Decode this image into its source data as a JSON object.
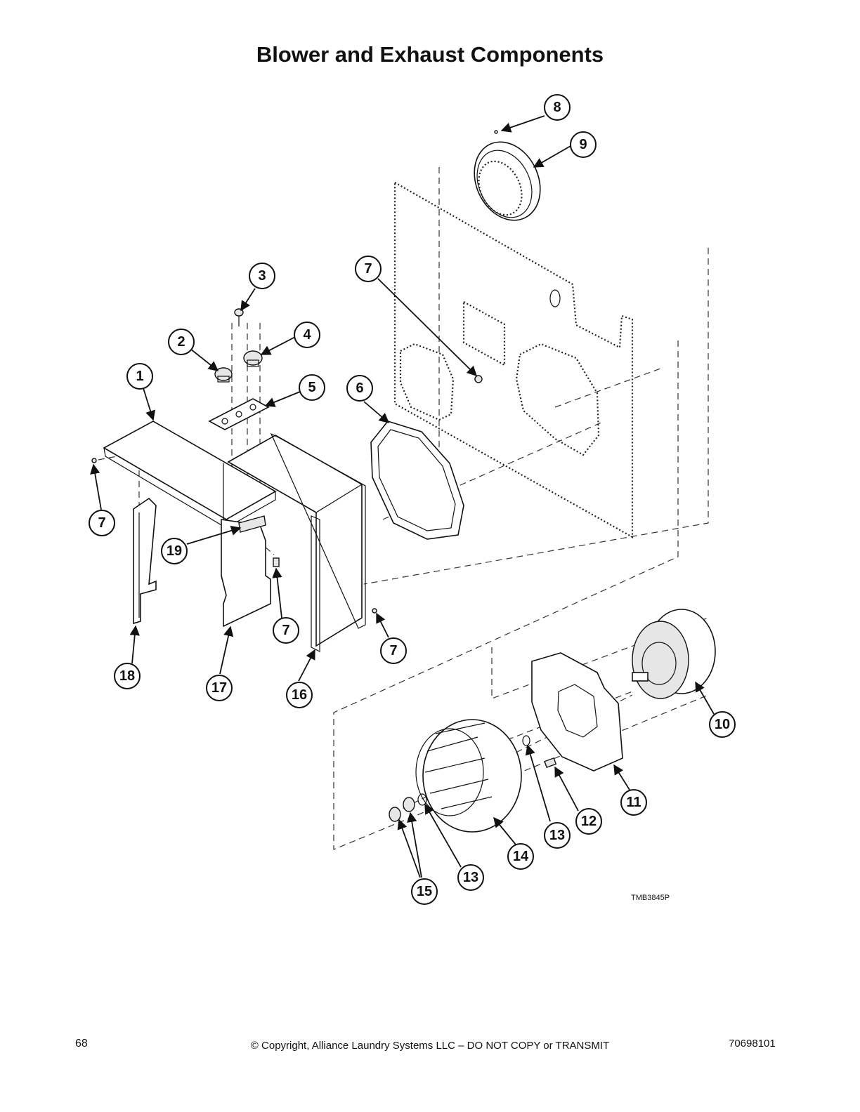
{
  "title": "Blower and Exhaust Components",
  "callouts": [
    {
      "label": "1"
    },
    {
      "label": "2"
    },
    {
      "label": "3"
    },
    {
      "label": "4"
    },
    {
      "label": "5"
    },
    {
      "label": "6"
    },
    {
      "label": "7"
    },
    {
      "label": "7"
    },
    {
      "label": "7"
    },
    {
      "label": "7"
    },
    {
      "label": "7"
    },
    {
      "label": "8"
    },
    {
      "label": "9"
    },
    {
      "label": "10"
    },
    {
      "label": "11"
    },
    {
      "label": "12"
    },
    {
      "label": "13"
    },
    {
      "label": "13"
    },
    {
      "label": "14"
    },
    {
      "label": "15"
    },
    {
      "label": "16"
    },
    {
      "label": "17"
    },
    {
      "label": "18"
    },
    {
      "label": "19"
    }
  ],
  "reference_code": "TMB3845P",
  "footer": {
    "page_number": "68",
    "copyright": "© Copyright, Alliance Laundry Systems LLC – DO NOT COPY or TRANSMIT",
    "document_number": "70698101"
  }
}
